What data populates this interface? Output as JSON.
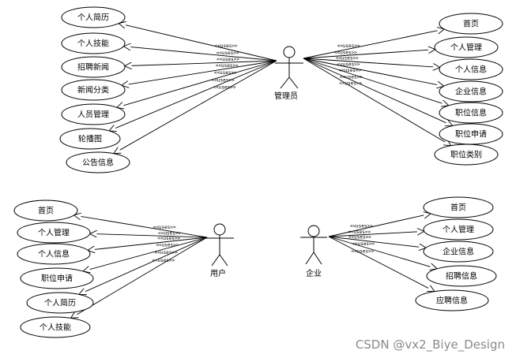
{
  "actors": {
    "admin": {
      "name": "管理员",
      "usecases": [
        "个人简历",
        "个人技能",
        "招聘新闻",
        "新闻分类",
        "人员管理",
        "轮播图",
        "公告信息",
        "首页",
        "个人管理",
        "个人信息",
        "企业信息",
        "职位信息",
        "职位申请",
        "职位类别"
      ]
    },
    "user": {
      "name": "用户",
      "usecases": [
        "首页",
        "个人管理",
        "个人信息",
        "职位申请",
        "个人简历",
        "个人技能"
      ]
    },
    "company": {
      "name": "企业",
      "usecases": [
        "首页",
        "个人管理",
        "企业信息",
        "招聘信息",
        "应聘信息"
      ]
    }
  },
  "association_label": "uses",
  "watermark": "CSDN @vx2_Biye_Design"
}
